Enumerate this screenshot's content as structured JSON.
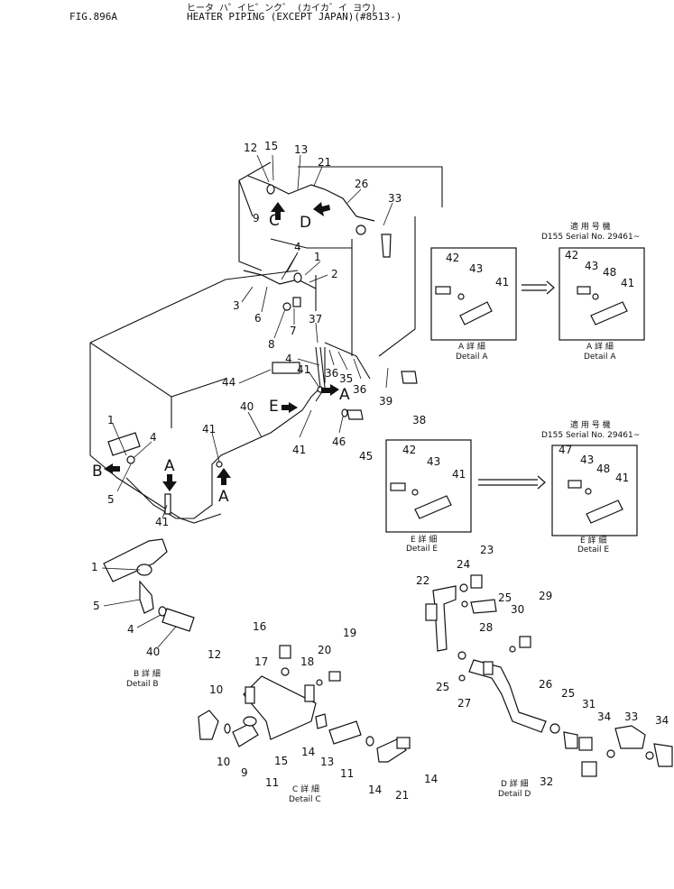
{
  "header": {
    "fig_no": "FIG.896A",
    "title_kana": "ヒータ ハ゜イヒ゜ンク゛ (カイカ゛イ ヨウ)",
    "title": "HEATER PIPING (EXCEPT JAPAN)(#8513-)"
  },
  "callouts": [
    {
      "id": "c12a",
      "text": "12"
    },
    {
      "id": "c15a",
      "text": "15"
    },
    {
      "id": "c13a",
      "text": "13"
    },
    {
      "id": "c21a",
      "text": "21"
    },
    {
      "id": "c26a",
      "text": "26"
    },
    {
      "id": "c33a",
      "text": "33"
    },
    {
      "id": "c9a",
      "text": "9"
    },
    {
      "id": "c4a",
      "text": "4"
    },
    {
      "id": "c1a",
      "text": "1"
    },
    {
      "id": "c2a",
      "text": "2"
    },
    {
      "id": "c3a",
      "text": "3"
    },
    {
      "id": "c6a",
      "text": "6"
    },
    {
      "id": "c7a",
      "text": "7"
    },
    {
      "id": "c8a",
      "text": "8"
    },
    {
      "id": "c37a",
      "text": "37"
    },
    {
      "id": "c4b",
      "text": "4"
    },
    {
      "id": "c41a",
      "text": "41"
    },
    {
      "id": "c36a",
      "text": "36"
    },
    {
      "id": "c35a",
      "text": "35"
    },
    {
      "id": "c36b",
      "text": "36"
    },
    {
      "id": "c39a",
      "text": "39"
    },
    {
      "id": "c38a",
      "text": "38"
    },
    {
      "id": "c44a",
      "text": "44"
    },
    {
      "id": "c40a",
      "text": "40"
    },
    {
      "id": "c46a",
      "text": "46"
    },
    {
      "id": "c45a",
      "text": "45"
    },
    {
      "id": "c41b",
      "text": "41"
    },
    {
      "id": "c41c",
      "text": "41"
    },
    {
      "id": "c1b",
      "text": "1"
    },
    {
      "id": "c4c",
      "text": "4"
    },
    {
      "id": "c5a",
      "text": "5"
    },
    {
      "id": "c41d",
      "text": "41"
    }
  ],
  "view_letters": [
    {
      "id": "vC",
      "text": "C"
    },
    {
      "id": "vD",
      "text": "D"
    },
    {
      "id": "vA1",
      "text": "A"
    },
    {
      "id": "vE",
      "text": "E"
    },
    {
      "id": "vB",
      "text": "B"
    },
    {
      "id": "vA2",
      "text": "A"
    },
    {
      "id": "vA3",
      "text": "A"
    }
  ],
  "details": {
    "serial_note": "D155 Serial No. 29461~",
    "applies_kana": "適 用 号 機",
    "detail_a_jp": "A 詳 細",
    "detail_a": "Detail A",
    "detail_e_jp": "E 詳 細",
    "detail_e": "Detail E",
    "detail_b_jp": "B 詳 細",
    "detail_b": "Detail B",
    "detail_c_jp": "C 詳 細",
    "detail_c": "Detail C",
    "detail_d_jp": "D 詳 細",
    "detail_d": "Detail D",
    "box_a1": [
      "42",
      "43",
      "41"
    ],
    "box_a2": [
      "42",
      "43",
      "48",
      "41"
    ],
    "box_e1": [
      "42",
      "43",
      "41"
    ],
    "box_e2": [
      "47",
      "43",
      "48",
      "41"
    ]
  },
  "detail_b_callouts": [
    "1",
    "5",
    "4",
    "40"
  ],
  "detail_c_callouts": [
    "16",
    "12",
    "17",
    "18",
    "20",
    "19",
    "10",
    "15",
    "14",
    "13",
    "11",
    "10",
    "9",
    "11",
    "14",
    "21",
    "14"
  ],
  "detail_d_callouts": [
    "22",
    "24",
    "23",
    "25",
    "29",
    "28",
    "30",
    "25",
    "27",
    "26",
    "25",
    "31",
    "34",
    "33",
    "34",
    "32"
  ]
}
